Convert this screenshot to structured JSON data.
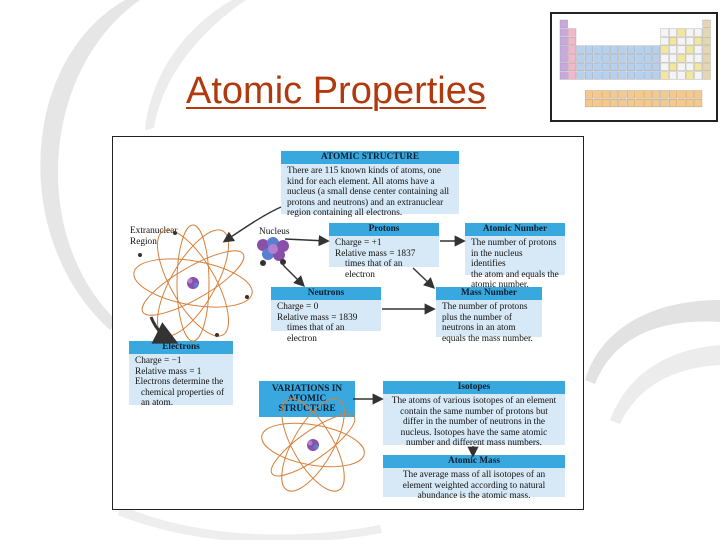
{
  "slide": {
    "title": "Atomic Properties",
    "colors": {
      "title": "#b03a0e",
      "header_blue": "#38a8de",
      "box_blue": "#d7e9f6",
      "orbit": "#d9803a",
      "arrow": "#333333"
    }
  },
  "diagram": {
    "atomic_structure": {
      "header": "ATOMIC STRUCTURE",
      "lines": [
        "There are 115 known kinds of atoms, one",
        "kind for each element. All atoms have a",
        "nucleus (a small dense center containing all",
        "protons and neutrons) and an extranuclear",
        "region containing all electrons."
      ]
    },
    "extranuclear_label": [
      "Extranuclear",
      "Region"
    ],
    "nucleus_label": "Nucleus",
    "protons": {
      "header": "Protons",
      "lines": [
        "Charge = +1",
        "Relative mass = 1837",
        "times that of an electron"
      ]
    },
    "atomic_number": {
      "header": "Atomic Number",
      "lines": [
        "The number of protons",
        "in the nucleus identifies",
        "the atom and equals the",
        "atomic number."
      ]
    },
    "neutrons": {
      "header": "Neutrons",
      "lines": [
        "Charge = 0",
        "Relative mass = 1839",
        "times that of an electron"
      ]
    },
    "mass_number": {
      "header": "Mass Number",
      "lines": [
        "The number of protons",
        "plus the number of",
        "neutrons in an atom",
        "equals the mass number."
      ]
    },
    "electrons": {
      "header": "Electrons",
      "lines": [
        "Charge = −1",
        "Relative mass = 1",
        "Electrons determine the",
        "chemical properties of",
        "an atom."
      ]
    },
    "variations": {
      "lines": [
        "VARIATIONS IN",
        "ATOMIC STRUCTURE"
      ]
    },
    "isotopes": {
      "header": "Isotopes",
      "lines": [
        "The atoms of various isotopes of an element",
        "contain the same number of protons but",
        "differ in the number of neutrons in the",
        "nucleus. Isotopes have the same atomic",
        "number and different mass numbers."
      ]
    },
    "atomic_mass": {
      "header": "Atomic Mass",
      "lines": [
        "The average mass of all isotopes of an",
        "element weighted according to natural",
        "abundance is the atomic mass."
      ]
    }
  }
}
